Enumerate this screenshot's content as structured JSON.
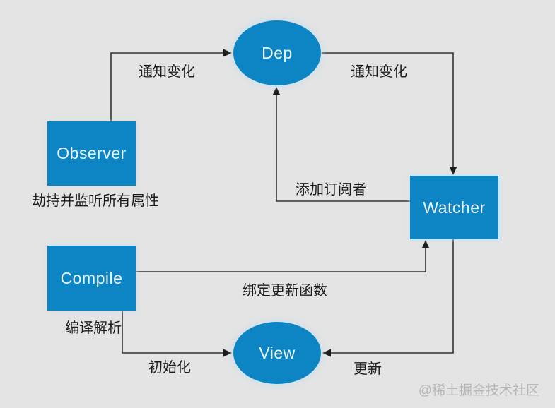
{
  "diagram": {
    "title_semantic": "Vue MVVM reactivity flow diagram",
    "colors": {
      "background": "#e4e4e4",
      "node_fill": "#0d84c4",
      "node_text": "#e9f5fc",
      "edge_stroke": "#333333",
      "label_text": "#1c1c1c",
      "watermark_text": "#b6b6b6"
    },
    "nodes": {
      "dep": {
        "label": "Dep",
        "shape": "ellipse"
      },
      "observer": {
        "label": "Observer",
        "shape": "rect"
      },
      "watcher": {
        "label": "Watcher",
        "shape": "rect"
      },
      "compile": {
        "label": "Compile",
        "shape": "rect"
      },
      "view": {
        "label": "View",
        "shape": "ellipse"
      }
    },
    "node_captions": {
      "observer": "劫持并监听所有属性",
      "compile": "编译解析"
    },
    "edge_labels": {
      "observer_to_dep": "通知变化",
      "dep_to_watcher": "通知变化",
      "watcher_to_dep": "添加订阅者",
      "compile_to_watcher": "绑定更新函数",
      "compile_to_view": "初始化",
      "watcher_to_view": "更新"
    },
    "watermark": "@稀土掘金技术社区"
  }
}
